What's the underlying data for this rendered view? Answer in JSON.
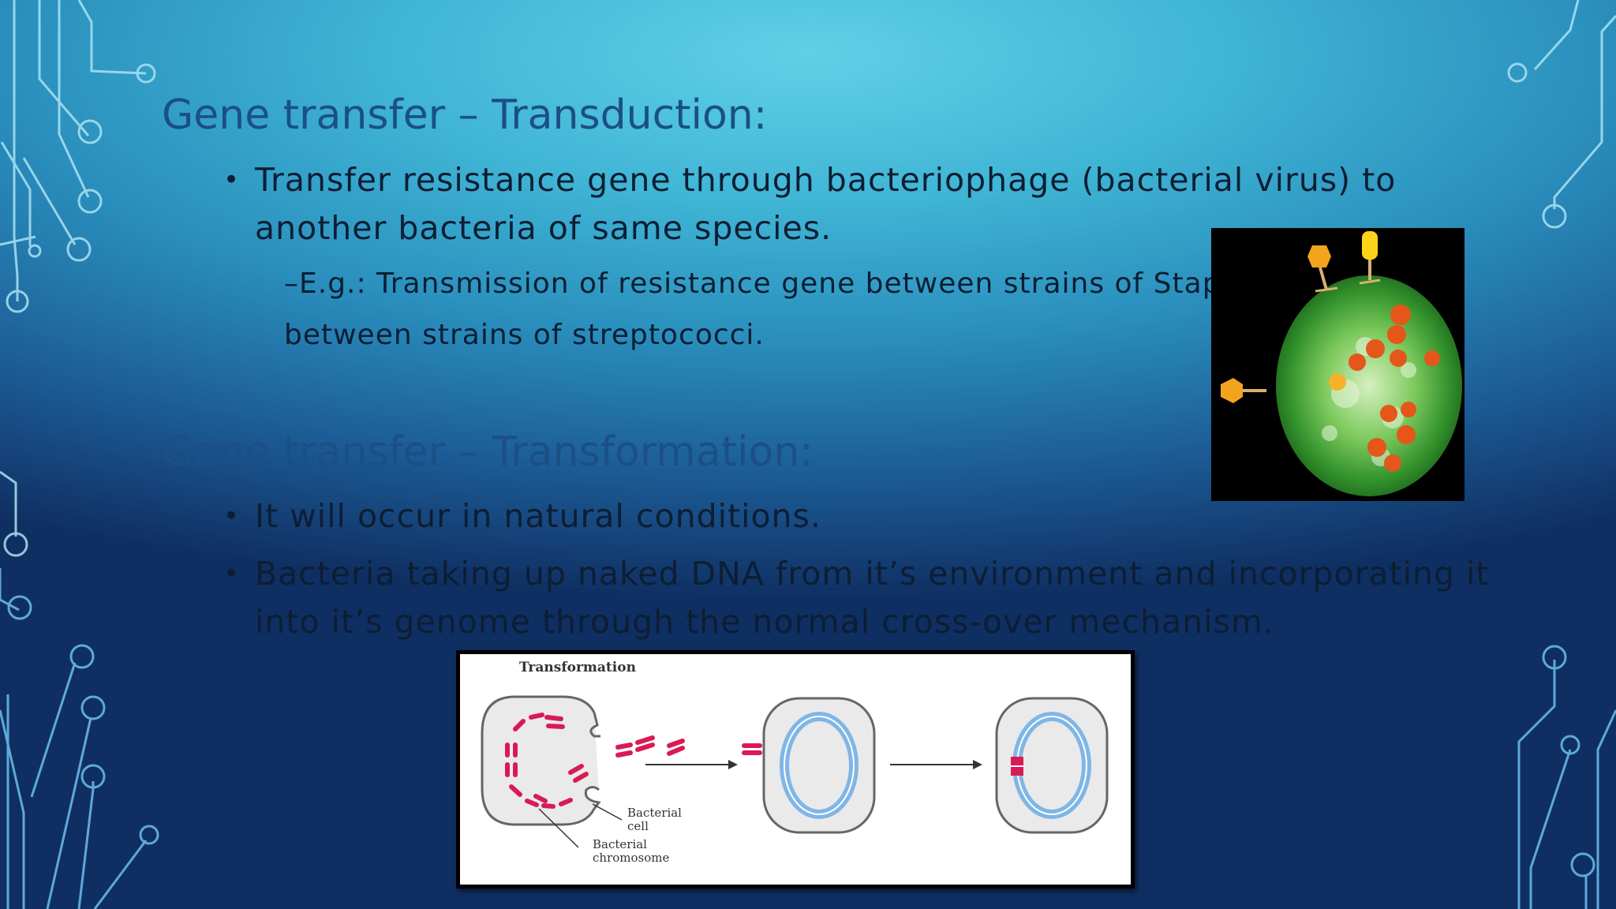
{
  "slide": {
    "section1": {
      "title": "Gene transfer – Transduction:",
      "bullet1_line1": "Transfer resistance gene through bacteriophage (bacterial virus) to",
      "bullet1_line2": "another bacteria of same species.",
      "sub_line1": "–E.g.: Transmission of resistance gene between strains of Staph",
      "sub_line2": "between strains of streptococci."
    },
    "section2": {
      "title": "Gene transfer – Transformation:",
      "bullet1": "It will occur in natural conditions.",
      "bullet2_line1": "Bacteria taking up naked DNA from it’s environment and incorporating it",
      "bullet2_line2": "into it’s genome through the normal cross-over mechanism."
    },
    "bullet_glyph": "•",
    "diagram": {
      "title": "Transformation",
      "label_cell_1": "Bacterial",
      "label_cell_2": "cell",
      "label_chromo_1": "Bacterial",
      "label_chromo_2": "chromosome"
    },
    "images": {
      "phage": "bacteriophage-infecting-bacterium-micrograph"
    },
    "colors": {
      "title": "#1b4f85",
      "body_text": "#0d1e34",
      "dna_fragment": "#d81b55",
      "chromosome": "#7fb6e6",
      "circuit_lines": "#a9e3f2"
    }
  }
}
